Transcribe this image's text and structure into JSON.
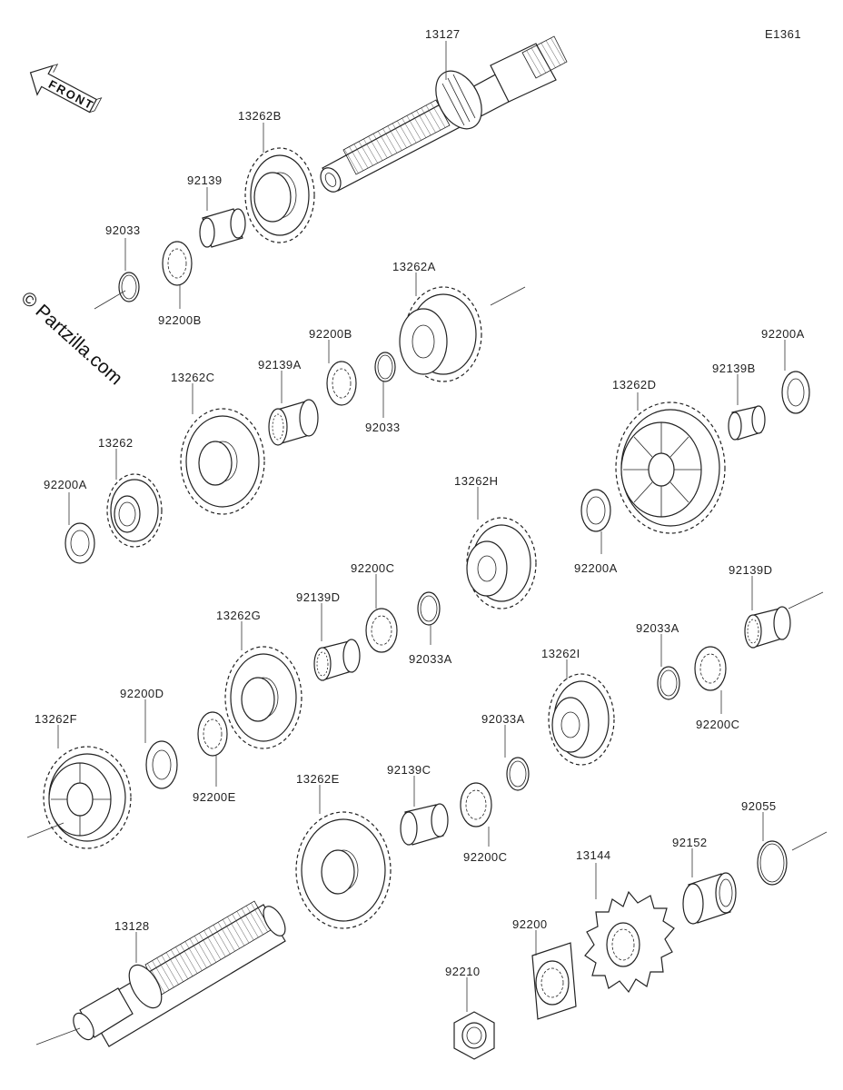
{
  "diagram": {
    "code": "E1361",
    "watermark": "© Partzilla.com",
    "front_label": "FRONT"
  },
  "parts": [
    {
      "id": "p13127",
      "label": "13127",
      "kind": "shaft-main"
    },
    {
      "id": "p13262B",
      "label": "13262B",
      "kind": "gear"
    },
    {
      "id": "p92139_top",
      "label": "92139",
      "kind": "bushing"
    },
    {
      "id": "p92033_top",
      "label": "92033",
      "kind": "circlip"
    },
    {
      "id": "p92200B_left",
      "label": "92200B",
      "kind": "washer"
    },
    {
      "id": "p13262A",
      "label": "13262A",
      "kind": "gear"
    },
    {
      "id": "p92200B_mid",
      "label": "92200B",
      "kind": "washer"
    },
    {
      "id": "p92139A",
      "label": "92139A",
      "kind": "needle-bearing"
    },
    {
      "id": "p92033_mid",
      "label": "92033",
      "kind": "circlip"
    },
    {
      "id": "p13262C",
      "label": "13262C",
      "kind": "gear"
    },
    {
      "id": "p13262",
      "label": "13262",
      "kind": "gear"
    },
    {
      "id": "p92200A_left",
      "label": "92200A",
      "kind": "washer"
    },
    {
      "id": "p13262D",
      "label": "13262D",
      "kind": "gear"
    },
    {
      "id": "p92139B",
      "label": "92139B",
      "kind": "bushing"
    },
    {
      "id": "p92200A_right",
      "label": "92200A",
      "kind": "washer"
    },
    {
      "id": "p13262H",
      "label": "13262H",
      "kind": "gear"
    },
    {
      "id": "p92200A_mid",
      "label": "92200A",
      "kind": "washer"
    },
    {
      "id": "p92200C_mid",
      "label": "92200C",
      "kind": "washer"
    },
    {
      "id": "p92139D_mid",
      "label": "92139D",
      "kind": "needle-bearing"
    },
    {
      "id": "p92033A_mid",
      "label": "92033A",
      "kind": "circlip"
    },
    {
      "id": "p92139D_right",
      "label": "92139D",
      "kind": "needle-bearing"
    },
    {
      "id": "p13262G",
      "label": "13262G",
      "kind": "gear"
    },
    {
      "id": "p92033A_right",
      "label": "92033A",
      "kind": "circlip"
    },
    {
      "id": "p92200C_right",
      "label": "92200C",
      "kind": "washer"
    },
    {
      "id": "p13262I",
      "label": "13262I",
      "kind": "gear"
    },
    {
      "id": "p13262F",
      "label": "13262F",
      "kind": "gear"
    },
    {
      "id": "p92200D",
      "label": "92200D",
      "kind": "washer"
    },
    {
      "id": "p92200E",
      "label": "92200E",
      "kind": "washer"
    },
    {
      "id": "p92033A_low",
      "label": "92033A",
      "kind": "circlip"
    },
    {
      "id": "p13262E",
      "label": "13262E",
      "kind": "gear"
    },
    {
      "id": "p92139C",
      "label": "92139C",
      "kind": "bushing"
    },
    {
      "id": "p92200C_low",
      "label": "92200C",
      "kind": "washer"
    },
    {
      "id": "p92055",
      "label": "92055",
      "kind": "o-ring"
    },
    {
      "id": "p92152",
      "label": "92152",
      "kind": "collar"
    },
    {
      "id": "p13144",
      "label": "13144",
      "kind": "sprocket"
    },
    {
      "id": "p13128",
      "label": "13128",
      "kind": "shaft-drive"
    },
    {
      "id": "p92200",
      "label": "92200",
      "kind": "washer"
    },
    {
      "id": "p92210",
      "label": "92210",
      "kind": "nut"
    }
  ]
}
